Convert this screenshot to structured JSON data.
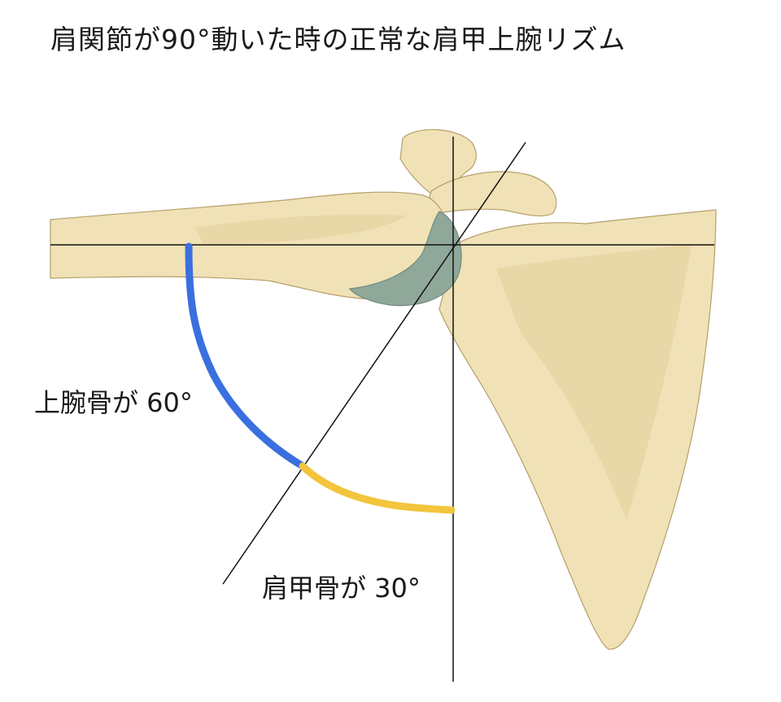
{
  "title": "肩関節が90°動いた時の正常な肩甲上腕リズム",
  "labels": {
    "humerus": "上腕骨が 60°",
    "scapula": "肩甲骨が 30°"
  },
  "angles": {
    "total_deg": 90,
    "humerus_deg": 60,
    "scapula_deg": 30
  },
  "colors": {
    "bone": "#f0e2b6",
    "bone_shade": "#d9c38c",
    "bone_outline": "#b59e6a",
    "cartilage": "#8fa89a",
    "cartilage_dark": "#6f8a7c",
    "humerus_arc": "#3a6fe0",
    "scapula_arc": "#f2c53d",
    "guide_line": "#111111"
  }
}
